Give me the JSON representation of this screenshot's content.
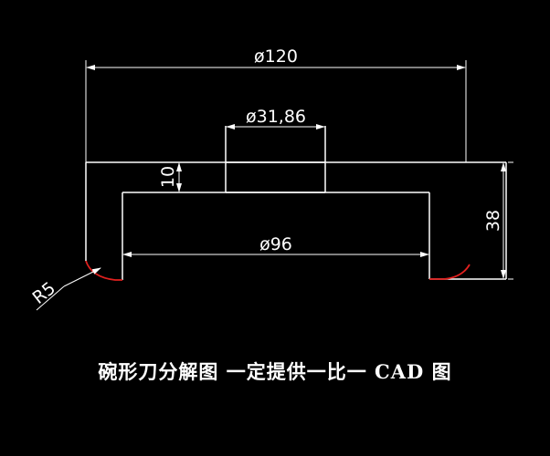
{
  "drawing": {
    "dimensions": {
      "overall_diameter": "ø120",
      "hub_diameter": "ø31,86",
      "inner_diameter": "ø96",
      "wall_thickness": "10",
      "height": "38",
      "fillet_radius": "R5"
    },
    "caption": "碗形刀分解图 一定提供一比一 CAD 图",
    "colors": {
      "background": "#000000",
      "geometry": "#ffffff",
      "fillet": "#e0201e"
    }
  }
}
